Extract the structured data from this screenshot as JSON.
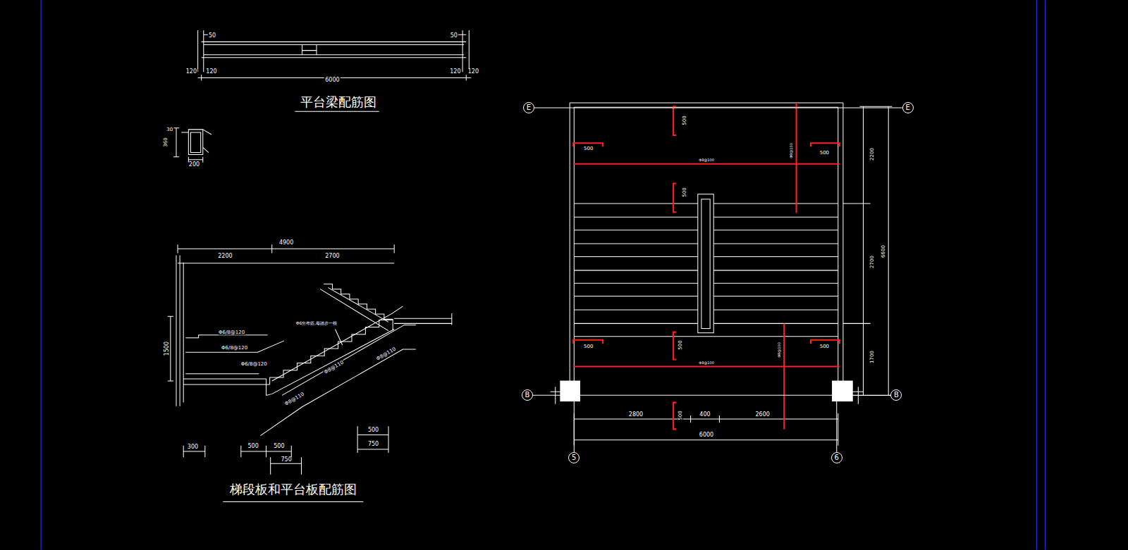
{
  "diagram": {
    "nodes": [
      {
        "text": [
          "E"
        ]
      },
      {
        "text": [
          "E"
        ]
      },
      {
        "text": [
          "B"
        ]
      },
      {
        "text": [
          "B"
        ]
      },
      {
        "text": [
          "5"
        ]
      },
      {
        "text": [
          "6"
        ]
      }
    ],
    "edges": [
      {
        "from": 0,
        "to": 1,
        "arrow": "none"
      },
      {
        "from": 2,
        "to": 3,
        "arrow": "none"
      }
    ],
    "labels": [
      "50",
      "50",
      "120",
      "120",
      "120",
      "120",
      "6000",
      "平台梁配筋图",
      "30",
      "360",
      "200",
      "4900",
      "2200",
      "2700",
      "1500",
      "Φ6/8@120",
      "Φ6/8@120",
      "Φ6/8@120",
      "Φ6分布筋,每踏步一根",
      "Φ8@110",
      "Φ8@110",
      "Φ8@110",
      "300",
      "500",
      "500",
      "750",
      "500",
      "750",
      "梯段板和平台板配筋图",
      "500",
      "500",
      "500",
      "Φ8@100",
      "Φ8@100",
      "500",
      "2200",
      "2700",
      "6600",
      "500",
      "500",
      "500",
      "Φ8@100",
      "Φ8@100",
      "1700",
      "500",
      "2800",
      "400",
      "2600",
      "6000"
    ]
  }
}
